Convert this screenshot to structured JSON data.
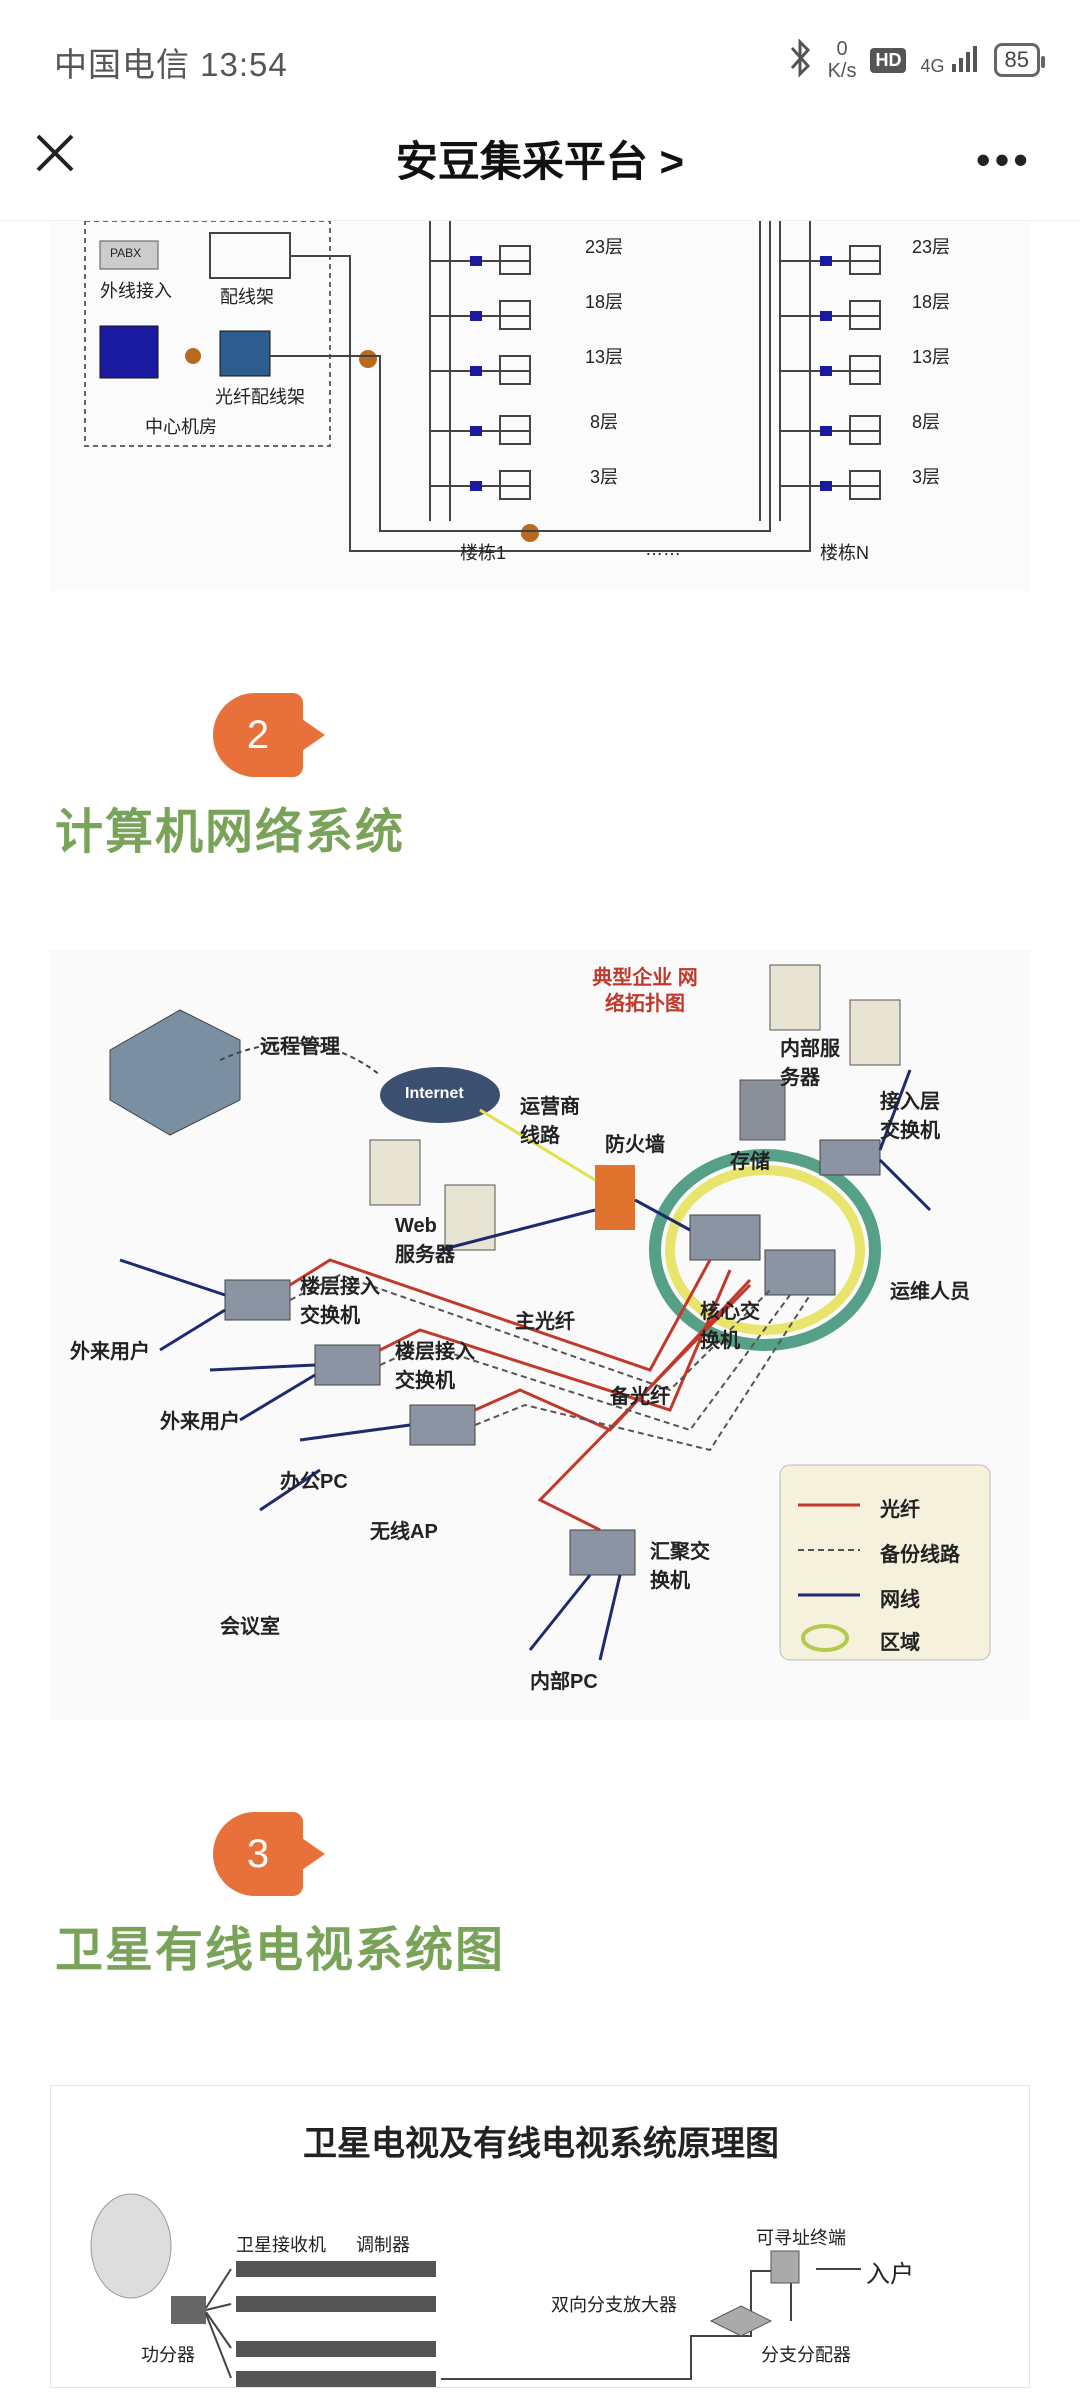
{
  "statusbar": {
    "carrier_time": "中国电信 13:54",
    "speed_value": "0",
    "speed_unit": "K/s",
    "hd": "HD",
    "network": "4G",
    "battery": "85"
  },
  "navbar": {
    "title": "安豆集采平台 >",
    "close_icon": "close-icon",
    "more": "•••"
  },
  "diagram1": {
    "pabx": "PABX",
    "outside_line": "外线接入",
    "distribution_frame": "配线架",
    "fiber_frame": "光纤配线架",
    "center_room": "中心机房",
    "floors": [
      "23层",
      "18层",
      "13层",
      "8层",
      "3层"
    ],
    "building1": "楼栋1",
    "dots": "……",
    "buildingN": "楼栋N"
  },
  "sections": [
    {
      "number": "2",
      "title": "计算机网络系统"
    },
    {
      "number": "3",
      "title": "卫星有线电视系统图"
    }
  ],
  "diagram2": {
    "heading": "典型企业 网络拓扑图",
    "remote": "远程管理",
    "internet": "Internet",
    "isp": "运营商线路",
    "firewall": "防火墙",
    "internal_server": "内部服务器",
    "storage": "存储",
    "access_switch": "接入层交换机",
    "web_server": "Web服务器",
    "core_switch": "核心交换机",
    "ops": "运维人员",
    "floor_switch1": "楼层接入交换机",
    "floor_switch2": "楼层接入交换机",
    "main_fiber": "主光纤",
    "backup_fiber": "备光纤",
    "guest1": "外来用户",
    "guest2": "外来用户",
    "office_pc": "办公PC",
    "wireless_ap": "无线AP",
    "meeting": "会议室",
    "agg_switch": "汇聚交换机",
    "internal_pc": "内部PC",
    "legend": [
      "光纤",
      "备份线路",
      "网线",
      "区域"
    ]
  },
  "diagram3": {
    "title": "卫星电视及有线电视系统原理图",
    "receiver": "卫星接收机",
    "modulator": "调制器",
    "splitter": "功分器",
    "amp": "双向分支放大器",
    "terminal": "可寻址终端",
    "home": "入户",
    "branch": "分支分配器"
  }
}
